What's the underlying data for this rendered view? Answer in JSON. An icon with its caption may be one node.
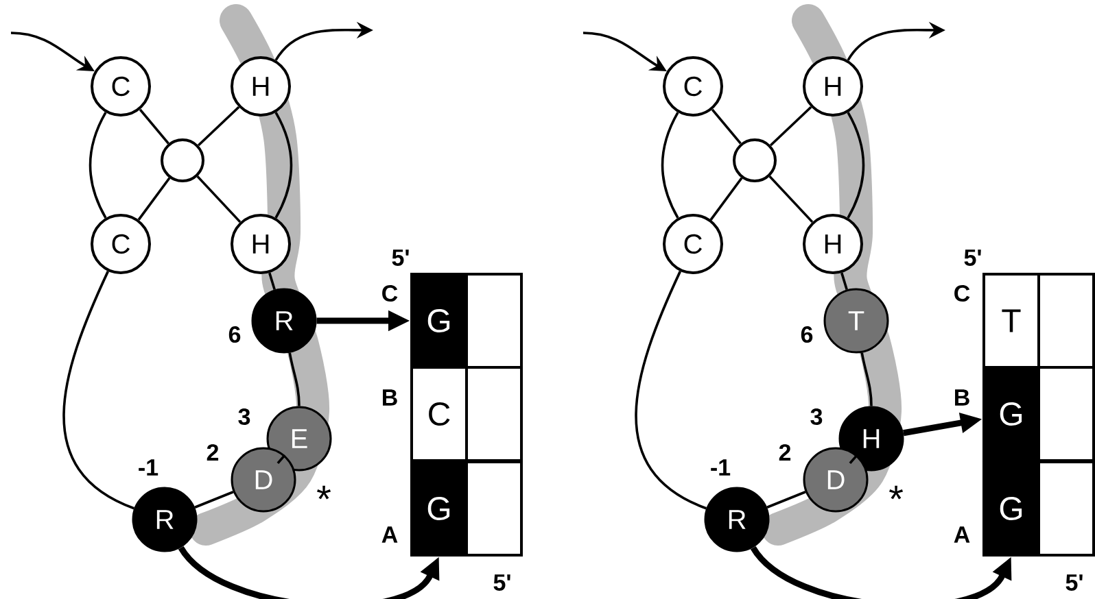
{
  "diagram": {
    "nodes": [
      {
        "text": [
          "C"
        ]
      },
      {
        "text": [
          "H"
        ]
      },
      {
        "text": [],
        "shape": "circle"
      },
      {
        "text": [
          "C"
        ]
      },
      {
        "text": [
          "H"
        ]
      },
      {
        "text": [
          "R"
        ],
        "beside": [
          "6"
        ]
      },
      {
        "text": [
          "E"
        ],
        "beside": [
          "3"
        ]
      },
      {
        "text": [
          "D"
        ],
        "beside": [
          "2"
        ]
      },
      {
        "text": [
          "R"
        ],
        "beside": [
          "-1"
        ]
      },
      {
        "text": [
          "G"
        ]
      },
      {
        "text": [],
        "shape": "box"
      },
      {
        "text": [
          "C"
        ]
      },
      {
        "text": [],
        "shape": "box"
      },
      {
        "text": [
          "G"
        ]
      },
      {
        "text": [],
        "shape": "box"
      },
      {
        "text": [
          "C"
        ]
      },
      {
        "text": [
          "H"
        ]
      },
      {
        "text": [],
        "shape": "circle"
      },
      {
        "text": [
          "C"
        ]
      },
      {
        "text": [
          "H"
        ]
      },
      {
        "text": [
          "T"
        ],
        "beside": [
          "6"
        ]
      },
      {
        "text": [
          "H"
        ],
        "beside": [
          "3"
        ]
      },
      {
        "text": [
          "D"
        ],
        "beside": [
          "2"
        ]
      },
      {
        "text": [
          "R"
        ],
        "beside": [
          "-1"
        ]
      },
      {
        "text": [
          "T"
        ]
      },
      {
        "text": [],
        "shape": "box"
      },
      {
        "text": [
          "G"
        ]
      },
      {
        "text": [],
        "shape": "box"
      },
      {
        "text": [
          "G"
        ]
      },
      {
        "text": [],
        "shape": "box"
      }
    ],
    "edges": [
      {
        "from": null,
        "to": 0,
        "arrow": "to"
      },
      {
        "from": 1,
        "to": null,
        "arrow": "to"
      },
      {
        "from": 0,
        "to": 2,
        "arrow": "none"
      },
      {
        "from": 1,
        "to": 2,
        "arrow": "none"
      },
      {
        "from": 3,
        "to": 2,
        "arrow": "none"
      },
      {
        "from": 4,
        "to": 2,
        "arrow": "none"
      },
      {
        "from": 0,
        "to": 3,
        "arrow": "none"
      },
      {
        "from": 1,
        "to": 4,
        "arrow": "none"
      },
      {
        "from": 4,
        "to": 5,
        "arrow": "none"
      },
      {
        "from": 5,
        "to": 6,
        "arrow": "none"
      },
      {
        "from": 6,
        "to": 7,
        "arrow": "none"
      },
      {
        "from": 7,
        "to": 8,
        "arrow": "none"
      },
      {
        "from": 3,
        "to": 8,
        "arrow": "none"
      },
      {
        "from": 5,
        "to": 9,
        "arrow": "to",
        "style": "thick"
      },
      {
        "from": 8,
        "to": 13,
        "arrow": "to",
        "style": "thick"
      },
      {
        "from": null,
        "to": 15,
        "arrow": "to"
      },
      {
        "from": 16,
        "to": null,
        "arrow": "to"
      },
      {
        "from": 15,
        "to": 17,
        "arrow": "none"
      },
      {
        "from": 16,
        "to": 17,
        "arrow": "none"
      },
      {
        "from": 18,
        "to": 17,
        "arrow": "none"
      },
      {
        "from": 19,
        "to": 17,
        "arrow": "none"
      },
      {
        "from": 15,
        "to": 18,
        "arrow": "none"
      },
      {
        "from": 16,
        "to": 19,
        "arrow": "none"
      },
      {
        "from": 19,
        "to": 20,
        "arrow": "none"
      },
      {
        "from": 20,
        "to": 21,
        "arrow": "none"
      },
      {
        "from": 21,
        "to": 22,
        "arrow": "none"
      },
      {
        "from": 22,
        "to": 23,
        "arrow": "none"
      },
      {
        "from": 18,
        "to": 23,
        "arrow": "none"
      },
      {
        "from": 21,
        "to": 26,
        "arrow": "to",
        "style": "thick"
      },
      {
        "from": 23,
        "to": 28,
        "arrow": "to",
        "style": "thick"
      }
    ],
    "labels": [
      "5'",
      "C",
      "B",
      "A",
      "5'",
      "*",
      "5'",
      "C",
      "B",
      "A",
      "5'",
      "*"
    ]
  }
}
